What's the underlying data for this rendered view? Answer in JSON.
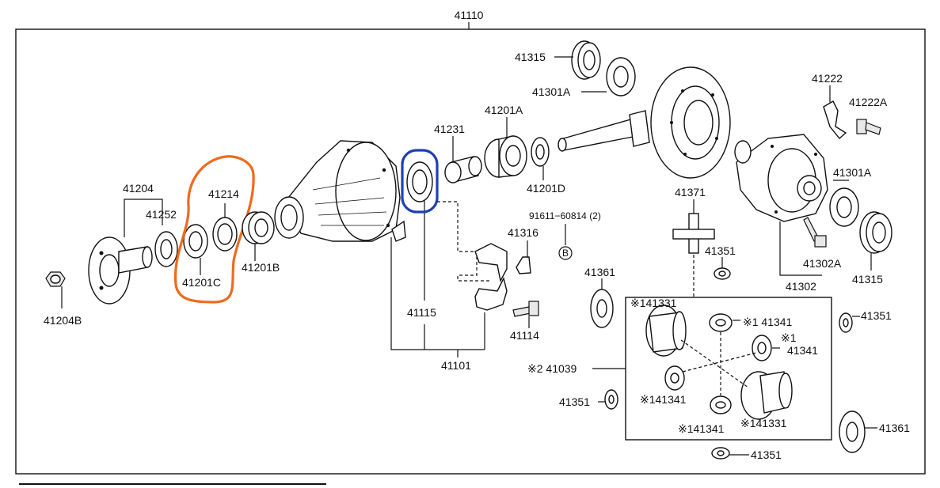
{
  "assembly_number": "41110",
  "labels": {
    "l41315_top": "41315",
    "l41301A_top": "41301A",
    "l41222": "41222",
    "l41222A": "41222A",
    "l41201A": "41201A",
    "l41231": "41231",
    "l41201D": "41201D",
    "l41204": "41204",
    "l41214": "41214",
    "l41252": "41252",
    "l41201C": "41201C",
    "l41201B": "41201B",
    "l41204B": "41204B",
    "l41115": "41115",
    "l41101": "41101",
    "l91611": "91611−60814 (2)",
    "l41316": "41316",
    "l_b": "B",
    "l41114": "41114",
    "l41371": "41371",
    "l41351_a": "41351",
    "l41301A_right": "41301A",
    "l41302A": "41302A",
    "l41302": "41302",
    "l41315_right": "41315",
    "l41361_top": "41361",
    "l141331_a": "※141331",
    "l141341_a": "※1 41341",
    "l141341_b1": "※1",
    "l141341_b2": "41341",
    "l41039": "※2 41039",
    "l141341_c": "※141341",
    "l141341_d": "※141341",
    "l141331_b": "※141331",
    "l41351_b": "41351",
    "l41351_c": "41351",
    "l41351_d": "41351",
    "l41361_bottom": "41361"
  },
  "highlights": {
    "orange": "#f06a1d",
    "blue": "#1e3fb3"
  }
}
